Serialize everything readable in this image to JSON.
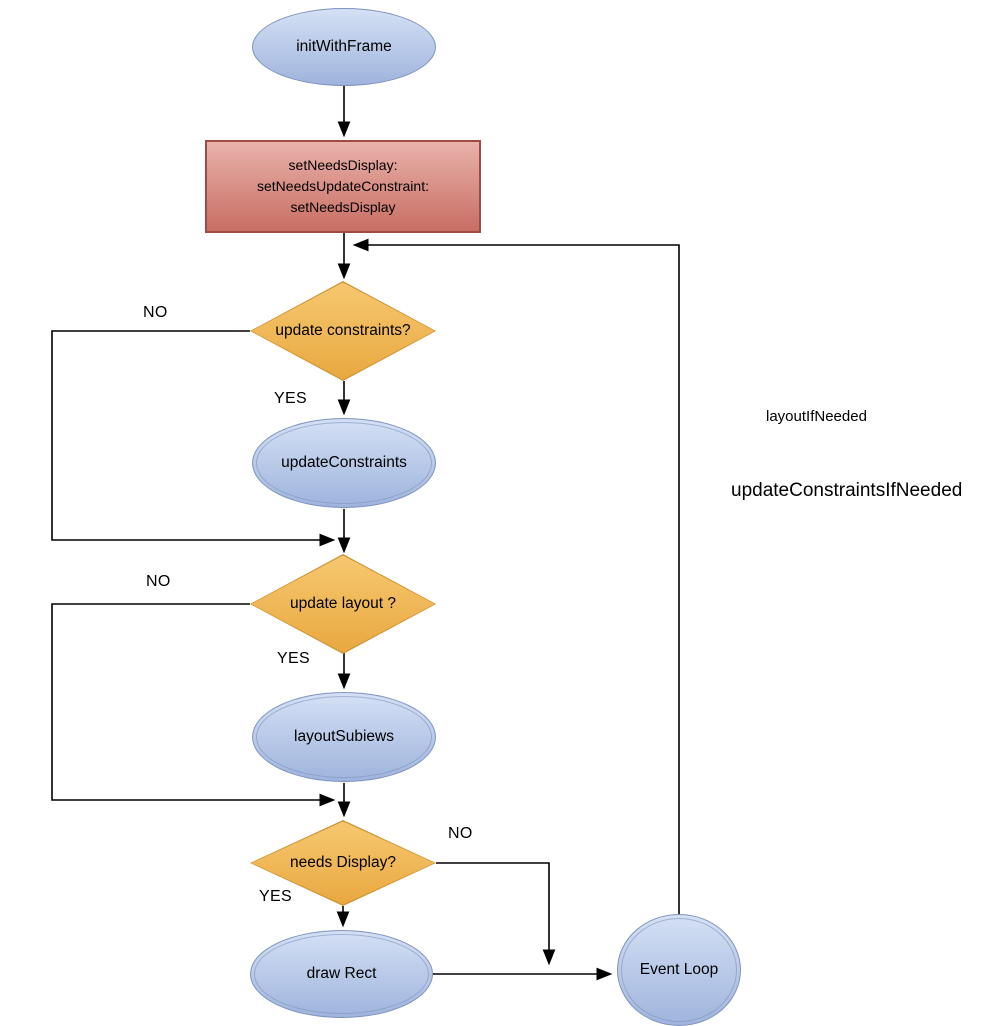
{
  "diagram": {
    "nodes": {
      "init_with_frame": {
        "type": "ellipse",
        "label": "initWithFrame"
      },
      "set_needs": {
        "type": "rect",
        "label": "setNeedsDisplay:\nsetNeedsUpdateConstraint:\nsetNeedsDisplay"
      },
      "update_constraints_q": {
        "type": "diamond",
        "label": "update constraints?"
      },
      "update_constraints": {
        "type": "ellipse",
        "label": "updateConstraints"
      },
      "update_layout_q": {
        "type": "diamond",
        "label": "update layout ?"
      },
      "layout_subviews": {
        "type": "ellipse",
        "label": "layoutSubiews"
      },
      "needs_display_q": {
        "type": "diamond",
        "label": "needs Display?"
      },
      "draw_rect": {
        "type": "ellipse",
        "label": "draw Rect"
      },
      "event_loop": {
        "type": "circle",
        "label": "Event Loop"
      }
    },
    "edge_labels": {
      "no1": "NO",
      "yes1": "YES",
      "no2": "NO",
      "yes2": "YES",
      "no3": "NO",
      "yes3": "YES"
    },
    "annotations": {
      "layout_if_needed": "layoutIfNeeded",
      "update_constraints_if_needed": "updateConstraintsIfNeeded"
    },
    "colors": {
      "background": "#ffffff",
      "text": "#000000",
      "arrow": "#000000",
      "ellipse_fill_top": "#d4e0f4",
      "ellipse_fill_bottom": "#9fb4dd",
      "ellipse_border": "#7f93bd",
      "diamond_fill_top": "#f6c870",
      "diamond_fill_bottom": "#e9a840",
      "diamond_border": "#cf9434",
      "rect_fill_top": "#e9b2ab",
      "rect_fill_bottom": "#c86e63",
      "rect_border": "#9e4b45"
    }
  }
}
